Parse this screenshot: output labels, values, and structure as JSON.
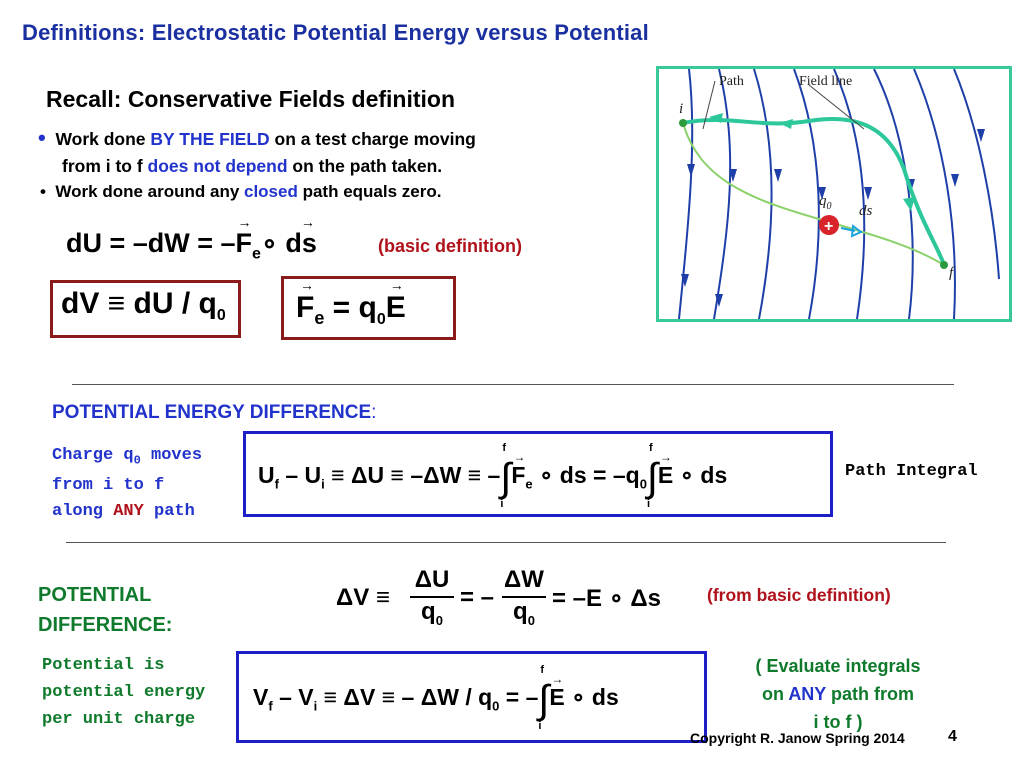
{
  "title": "Definitions: Electrostatic Potential Energy versus Potential",
  "recall": {
    "heading": "Recall: Conservative Fields definition",
    "bullet1": {
      "bullet": "•",
      "pre": "Work done ",
      "blue1": "BY THE FIELD",
      "mid": " on a test charge moving",
      "line2_pre": "from i to f ",
      "blue2": "does not depend",
      "line2_post": " on the path taken."
    },
    "bullet2": {
      "bullet": "•",
      "pre": "Work done around any  ",
      "blue": "closed",
      "post": " path equals zero."
    }
  },
  "eq_basic": {
    "lhs": "dU = –dW = –",
    "F": "F",
    "sub": "e",
    "rest": " ∘ ds",
    "note": "(basic definition)"
  },
  "box_dv": {
    "text": "dV ≡ dU / q",
    "sub": "0"
  },
  "box_fe": {
    "F": "F",
    "sub": "e",
    "eq": " = q",
    "sub2": "0",
    "E": "E"
  },
  "diagram": {
    "path_label": "Path",
    "fieldline_label": "Field line",
    "i_label": "i",
    "f_label": "f",
    "q_label": "q",
    "q_sub": "0",
    "ds_label": "ds",
    "plus": "+"
  },
  "ped": {
    "heading": "POTENTIAL ENERGY DIFFERENCE",
    "colon": ":"
  },
  "charge_text": {
    "line1_pre": "Charge q",
    "line1_sub": "0",
    "line1_post": " moves",
    "line2": "from i to f",
    "line3_pre": "along ",
    "line3_red": "ANY",
    "line3_post": " path"
  },
  "eq_ped": {
    "left": "U",
    "sub_f": "f",
    "minus": " – U",
    "sub_i": "i",
    "mid": "  ≡  ΔU ≡ –ΔW ≡ –",
    "F": "F",
    "F_sub": "e",
    "ds1": " ∘ ds = –q",
    "q_sub": "0",
    "E": "E",
    "ds2": " ∘ ds",
    "lim_top": "f",
    "lim_bot": "i"
  },
  "path_integral": "Path Integral",
  "pd": {
    "line1": "POTENTIAL",
    "line2": "DIFFERENCE:"
  },
  "eq_pd": {
    "dV": "ΔV ≡",
    "num1": "ΔU",
    "den1": "q",
    "den_sub": "0",
    "eq": "= –",
    "num2": "ΔW",
    "den2": "q",
    "tail": "= –E ∘ Δs"
  },
  "from_basic": "(from basic definition)",
  "potential_text": {
    "line1": "Potential is",
    "line2": "potential energy",
    "line3": "per unit charge"
  },
  "eq_pot": {
    "V": "V",
    "sub_f": "f",
    "minus": " – V",
    "sub_i": "i",
    "mid": " ≡  ΔV ≡  – ΔW / q",
    "q_sub": "0",
    "tail": " = –",
    "E": "E",
    "ds": " ∘ ds",
    "lim_top": "f",
    "lim_bot": "i"
  },
  "evaluate": {
    "line1": "( Evaluate integrals",
    "line2_pre": "on ",
    "line2_blue": "ANY",
    "line2_post": " path from",
    "line3": "i to f )"
  },
  "copyright": "Copyright R. Janow  Spring 2014",
  "page_number": "4",
  "colors": {
    "title": "#1a2fa0",
    "blue": "#2233cc",
    "red": "#b0121b",
    "green": "#0f7a2c",
    "box_red": "#8b1a1a",
    "box_blue": "#1e1ec8",
    "diagram_border": "#37c99a"
  }
}
